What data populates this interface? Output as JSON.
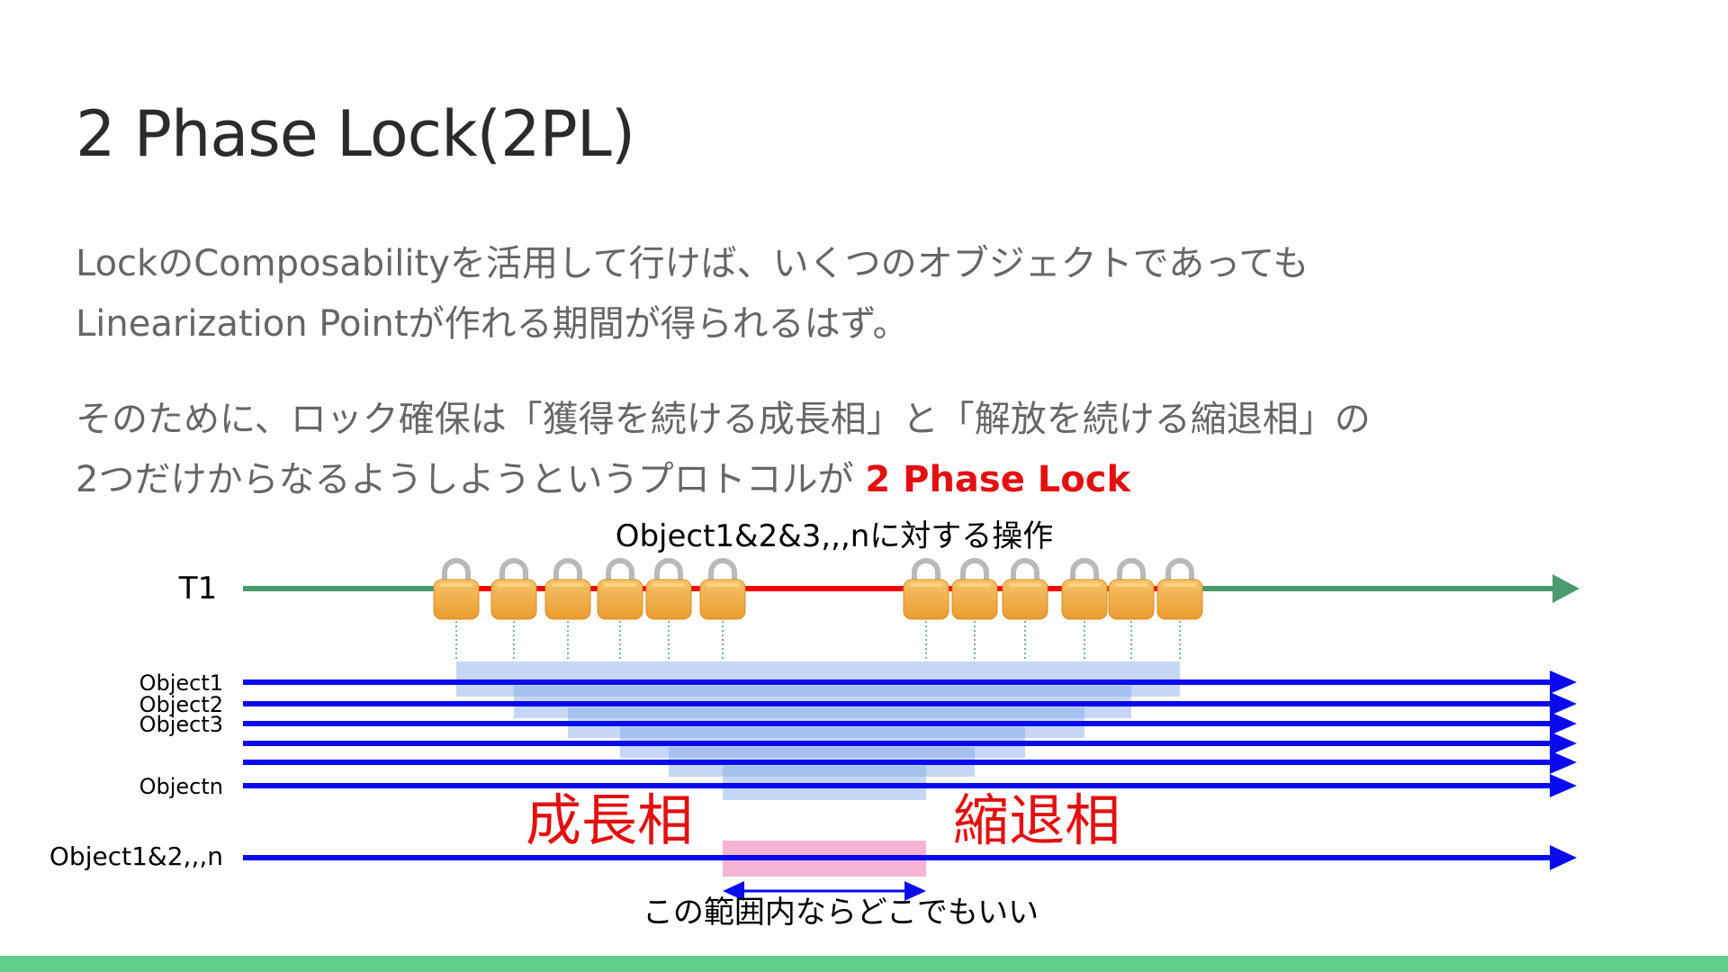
{
  "slide": {
    "title": "2 Phase Lock(2PL)",
    "paragraph1": {
      "line1": "LockのComposabilityを活用して行けば、いくつのオブジェクトであっても",
      "line2": "Linearization Pointが作れる期間が得られるはず。"
    },
    "paragraph2": {
      "line1": "そのために、ロック確保は「獲得を続ける成長相」と「解放を続ける縮退相」の",
      "line2_prefix": "2つだけからなるようしようというプロトコルが ",
      "line2_highlight": "2 Phase Lock"
    }
  },
  "diagram": {
    "caption_top": "Object1&2&3,,,nに対する操作",
    "caption_bottom": "この範囲内ならどこでもいい",
    "growing_phase": "成長相",
    "shrinking_phase": "縮退相",
    "thread_label": "T1",
    "object_labels": [
      "Object1",
      "Object2",
      "Object3",
      "",
      "",
      "Objectn"
    ],
    "composite_label": "Object1&2,,,n",
    "acquire_lock_count": 6,
    "release_lock_count": 6,
    "lock_icon": "padlock-icon",
    "colors": {
      "thread_line": "#4a9a6e",
      "held_segment": "#ff0000",
      "object_line": "#0a0aee",
      "hold_band": "#7ea6e8",
      "composite_band": "#f4a8cc",
      "phase_label": "#e31010",
      "lock_body": "#f3b24a",
      "footer": "#5fcf8c"
    }
  }
}
